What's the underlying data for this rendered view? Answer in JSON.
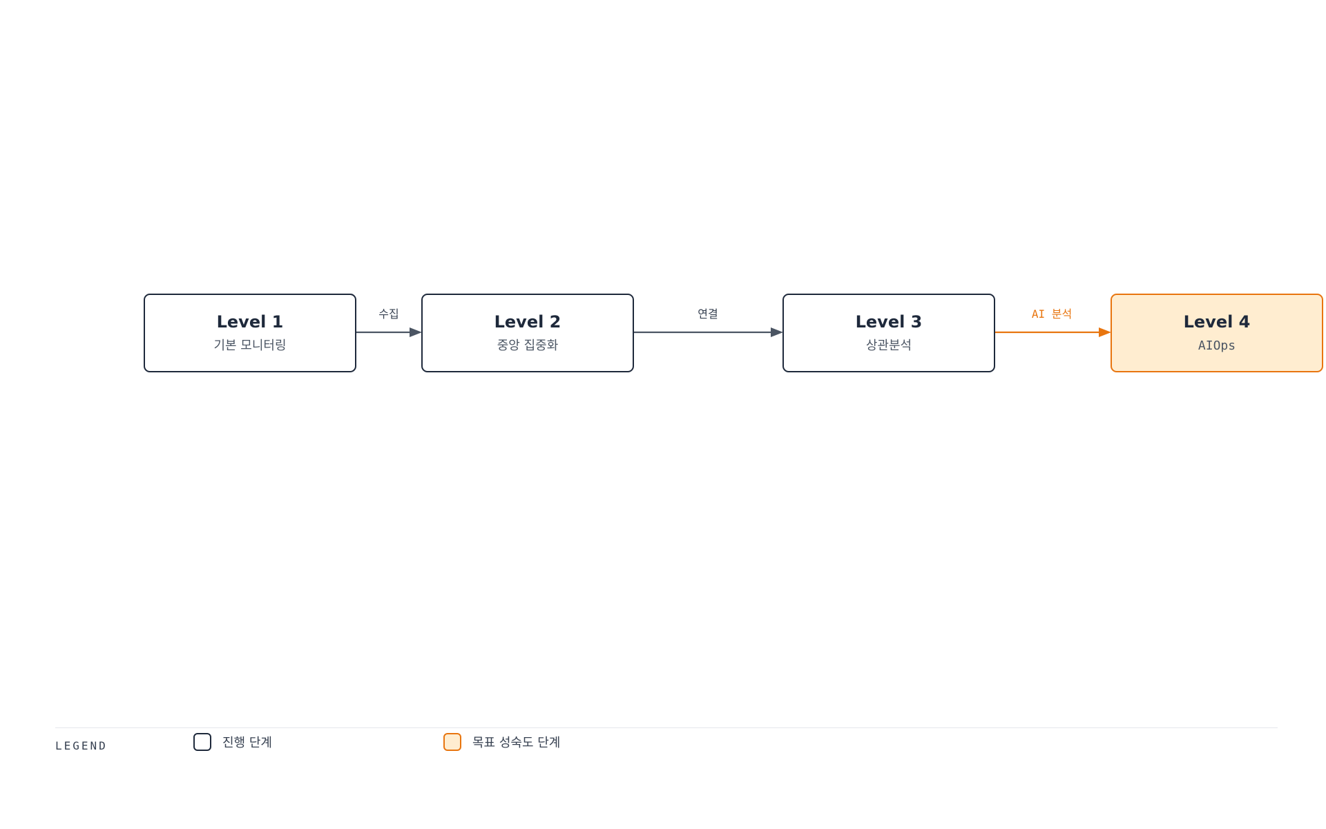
{
  "nodes": [
    {
      "title": "Level 1",
      "subtitle": "기본 모니터링"
    },
    {
      "title": "Level 2",
      "subtitle": "중앙 집중화"
    },
    {
      "title": "Level 3",
      "subtitle": "상관분석"
    },
    {
      "title": "Level 4",
      "subtitle": "AIOps"
    }
  ],
  "edges": [
    {
      "from": "Level 1",
      "to": "Level 2",
      "label": "수집"
    },
    {
      "from": "Level 2",
      "to": "Level 3",
      "label": "연결"
    },
    {
      "from": "Level 3",
      "to": "Level 4",
      "label": "AI 분석"
    }
  ],
  "legend": {
    "title": "LEGEND",
    "items": [
      {
        "label": "진행 단계"
      },
      {
        "label": "목표 성숙도 단계"
      }
    ]
  },
  "colors": {
    "node_border": "#1e293b",
    "target_border": "#e8750f",
    "target_fill": "#ffedd0",
    "edge": "#4b5563",
    "accent_edge": "#e8750f"
  }
}
